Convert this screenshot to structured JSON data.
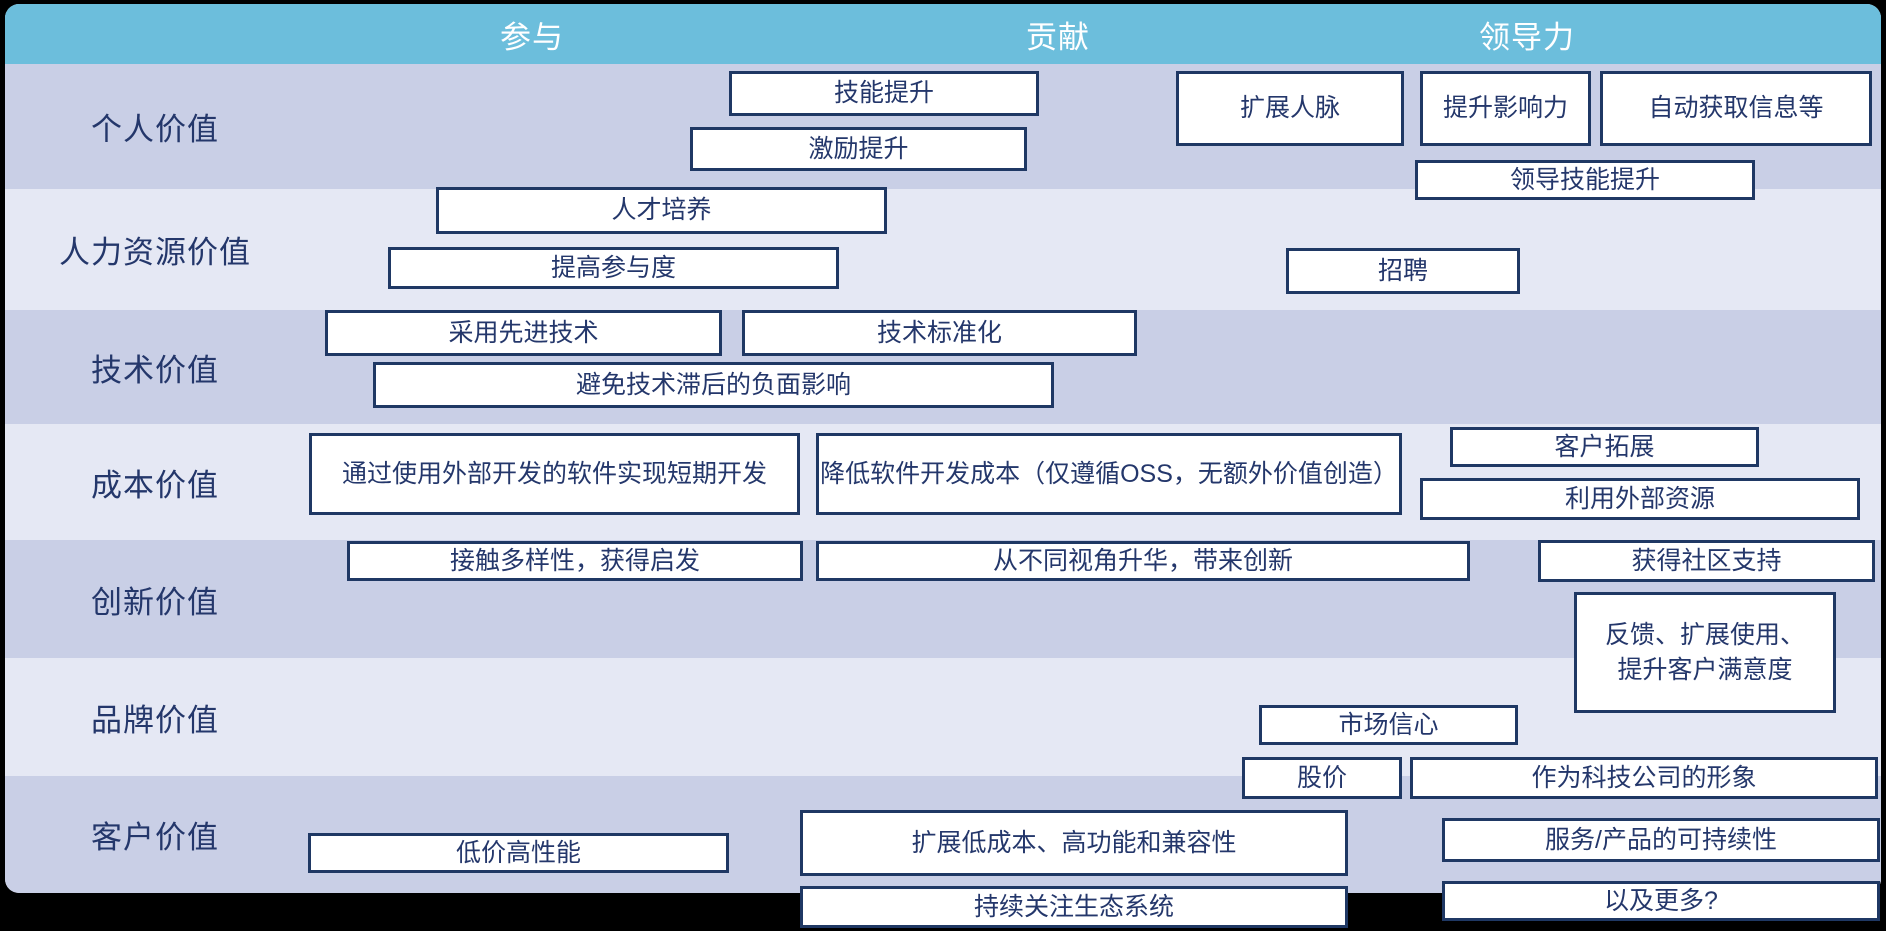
{
  "header": {
    "columns": [
      {
        "id": "participation",
        "label": "参与"
      },
      {
        "id": "contribution",
        "label": "贡献"
      },
      {
        "id": "leadership",
        "label": "领导力"
      }
    ]
  },
  "rows": [
    {
      "id": "personal",
      "label": "个人价值"
    },
    {
      "id": "hr",
      "label": "人力资源价值"
    },
    {
      "id": "technology",
      "label": "技术价值"
    },
    {
      "id": "cost",
      "label": "成本价值"
    },
    {
      "id": "innovation",
      "label": "创新价值"
    },
    {
      "id": "brand",
      "label": "品牌价值"
    },
    {
      "id": "customer",
      "label": "客户价值"
    }
  ],
  "boxes": [
    {
      "id": "skill-up",
      "row": "personal",
      "label": "技能提升"
    },
    {
      "id": "incentive-up",
      "row": "personal",
      "label": "激励提升"
    },
    {
      "id": "expand-network",
      "row": "personal",
      "label": "扩展人脉"
    },
    {
      "id": "influence-up",
      "row": "personal",
      "label": "提升影响力"
    },
    {
      "id": "auto-info",
      "row": "personal",
      "label": "自动获取信息等"
    },
    {
      "id": "leader-skill-up",
      "row": "personal",
      "label": "领导技能提升"
    },
    {
      "id": "talent-cultivation",
      "row": "hr",
      "label": "人才培养"
    },
    {
      "id": "engagement-up",
      "row": "hr",
      "label": "提高参与度"
    },
    {
      "id": "recruiting",
      "row": "hr",
      "label": "招聘"
    },
    {
      "id": "adopt-advanced-tech",
      "row": "technology",
      "label": "采用先进技术"
    },
    {
      "id": "tech-standardization",
      "row": "technology",
      "label": "技术标准化"
    },
    {
      "id": "avoid-tech-lag",
      "row": "technology",
      "label": "避免技术滞后的负面影响"
    },
    {
      "id": "short-term-dev",
      "row": "cost",
      "label": "通过使用外部开发的软件实现短期开发"
    },
    {
      "id": "reduce-dev-cost",
      "row": "cost",
      "label": "降低软件开发成本（仅遵循OSS，无额外价值创造）"
    },
    {
      "id": "customer-expansion",
      "row": "cost",
      "label": "客户拓展"
    },
    {
      "id": "external-resources",
      "row": "cost",
      "label": "利用外部资源"
    },
    {
      "id": "diversity-inspiration",
      "row": "innovation",
      "label": "接触多样性，获得启发"
    },
    {
      "id": "perspective-innovation",
      "row": "innovation",
      "label": "从不同视角升华，带来创新"
    },
    {
      "id": "community-support",
      "row": "innovation",
      "label": "获得社区支持"
    },
    {
      "id": "feedback-satisfaction",
      "row": "innovation",
      "label": "反馈、扩展使用、\n提升客户满意度"
    },
    {
      "id": "market-confidence",
      "row": "brand",
      "label": "市场信心"
    },
    {
      "id": "stock-price",
      "row": "brand",
      "label": "股价"
    },
    {
      "id": "tech-company-image",
      "row": "brand",
      "label": "作为科技公司的形象"
    },
    {
      "id": "low-price-high-perf",
      "row": "customer",
      "label": "低价高性能"
    },
    {
      "id": "expand-cost-function-compat",
      "row": "customer",
      "label": "扩展低成本、高功能和兼容性"
    },
    {
      "id": "ecosystem-focus",
      "row": "customer",
      "label": "持续关注生态系统"
    },
    {
      "id": "service-sustainability",
      "row": "customer",
      "label": "服务/产品的可持续性"
    },
    {
      "id": "and-more",
      "row": "customer",
      "label": "以及更多?"
    }
  ],
  "colors": {
    "header_teal": "#6CBEDC",
    "band_dark": "#C9CFE6",
    "band_light": "#E5E8F4",
    "box_border": "#1F3864",
    "text_navy": "#24376B",
    "header_text": "#FFFFFF",
    "background": "#000000"
  }
}
